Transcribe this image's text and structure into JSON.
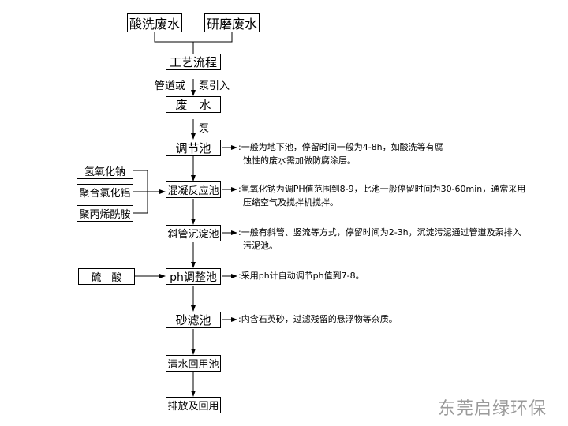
{
  "sources": [
    "酸洗废水",
    "研磨废水"
  ],
  "flow_title": "工艺流程",
  "transfer_left": "管道或",
  "transfer_right": "泵引入",
  "wastewater": "废　水",
  "pump": "泵",
  "steps": [
    "调节池",
    "混凝反应池",
    "斜管沉淀池",
    "ph调整池",
    "砂滤池",
    "清水回用池",
    "排放及回用"
  ],
  "coagulants": [
    "氢氧化钠",
    "聚合氯化铝",
    "聚丙烯酰胺"
  ],
  "acid": "硫　酸",
  "notes": {
    "adjust": [
      ":一般为地下池，停留时间一般为4-8h，如酸洗等有腐",
      "蚀性的废水需加做防腐涂层。"
    ],
    "coag": [
      ":氢氧化钠为调PH值范围到8-9，此池一般停留时间为30-60min，通常采用",
      "压缩空气及搅拌机搅拌。"
    ],
    "settle": [
      ":一般有斜管、竖流等方式，停留时间为2-3h，沉淀污泥通过管道及泵排入",
      "污泥池。"
    ],
    "ph": ":采用ph计自动调节ph值到7-8。",
    "sand": ":内含石英砂，过滤残留的悬浮物等杂质。"
  },
  "watermark": "东莞启绿环保"
}
